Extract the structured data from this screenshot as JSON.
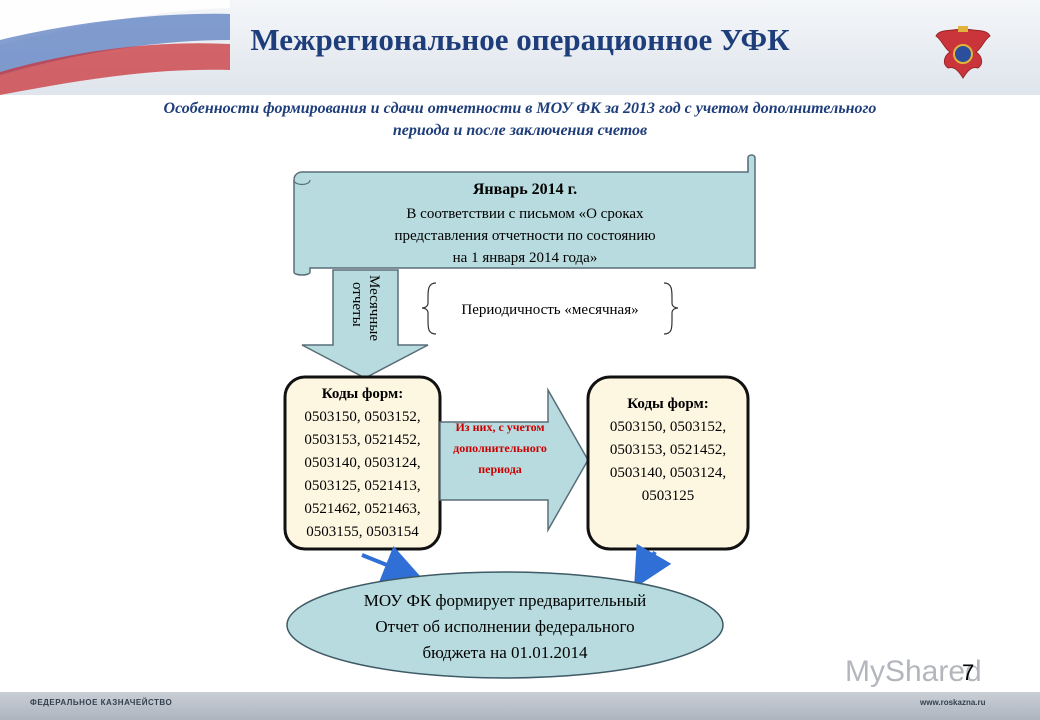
{
  "header": {
    "title": "Межрегиональное операционное УФК"
  },
  "subtitle": {
    "line1": "Особенности формирования и сдачи отчетности в МОУ ФК за 2013 год с учетом дополнительного",
    "line2": "периода и после заключения счетов"
  },
  "scroll": {
    "title": "Январь 2014 г.",
    "line1": "В соответствии с письмом «О сроках",
    "line2": "представления отчетности по состоянию",
    "line3": "на 1 января 2014 года»"
  },
  "down_arrow": {
    "line1": "Месячные",
    "line2": "отчеты"
  },
  "brace_note": "Периодичность «месячная»",
  "left_box": {
    "title": "Коды форм:",
    "lines": [
      "0503150, 0503152,",
      "0503153, 0521452,",
      "0503140, 0503124,",
      "0503125, 0521413,",
      "0521462, 0521463,",
      "0503155, 0503154"
    ]
  },
  "right_arrow": {
    "line1": "Из них, с учетом",
    "line2": "дополнительного",
    "line3": "периода"
  },
  "right_box": {
    "title": "Коды форм:",
    "lines": [
      "0503150, 0503152,",
      "0503153, 0521452,",
      "0503140, 0503124,",
      "0503125"
    ]
  },
  "ellipse": {
    "line1": "МОУ ФК формирует предварительный",
    "line2": "Отчет об исполнении федерального",
    "line3": "бюджета на 01.01.2014"
  },
  "footer": {
    "left": "ФЕДЕРАЛЬНОЕ КАЗНАЧЕЙСТВО",
    "right": "www.roskazna.ru"
  },
  "page_number": "7",
  "watermark": "MyShared",
  "colors": {
    "title": "#1e3d7b",
    "scroll_fill": "#b7dbde",
    "box_fill": "#fdf6e1",
    "arrow_blue": "#2f6fd6",
    "note_red": "#cc0000"
  }
}
